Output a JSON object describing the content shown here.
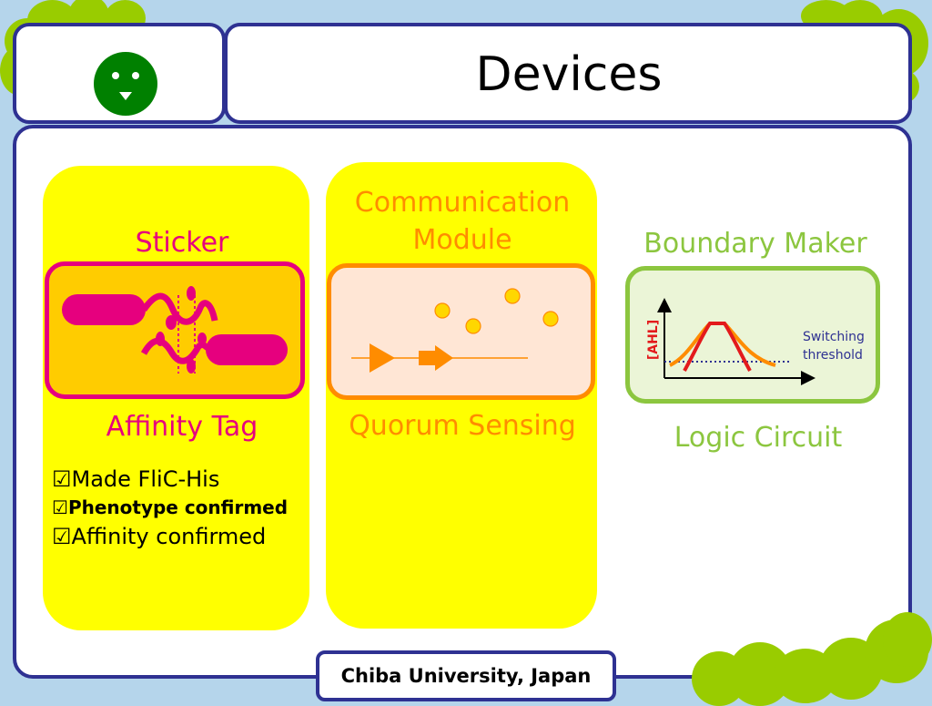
{
  "header": {
    "title": "Devices"
  },
  "footer": {
    "text": "Chiba University, Japan"
  },
  "columns": {
    "sticker": {
      "title": "Sticker",
      "subtitle": "Affinity Tag",
      "checklist": [
        "Made FliC-His",
        "Phenotype confirmed",
        "Affinity confirmed"
      ]
    },
    "communication": {
      "title_line1": "Communication",
      "title_line2": "Module",
      "subtitle": "Quorum Sensing"
    },
    "boundary": {
      "title": "Boundary Maker",
      "subtitle": "Logic Circuit",
      "axis_label": "[AHL]",
      "threshold_line1": "Switching",
      "threshold_line2": "threshold"
    }
  },
  "check_glyph": "☑",
  "colors": {
    "border": "#2e3192",
    "background": "#b5d5eb",
    "bubble": "#99cc00",
    "column": "#ffff00",
    "sticker": "#e6007e",
    "communication": "#ff8c00",
    "boundary": "#8cc63f",
    "smiley": "#008000"
  }
}
